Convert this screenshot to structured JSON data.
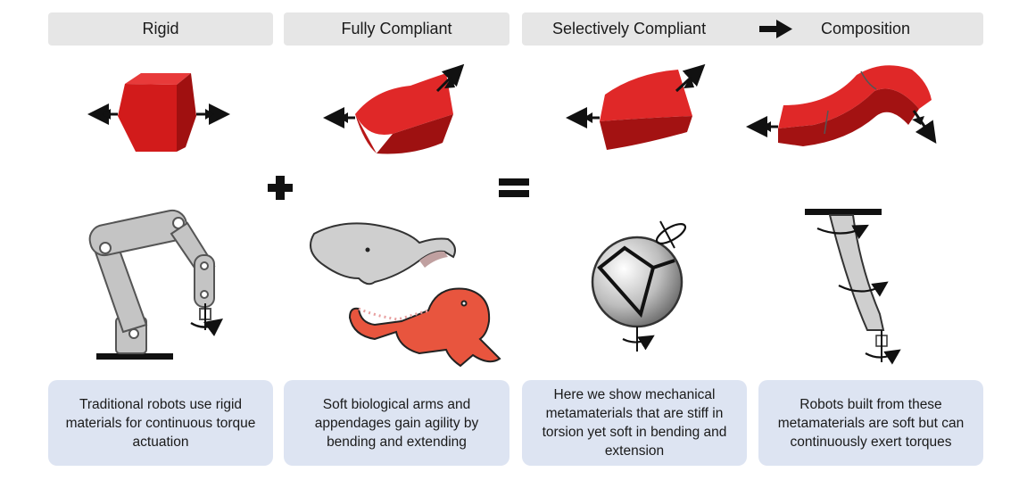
{
  "headers": {
    "rigid": "Rigid",
    "fully_compliant": "Fully Compliant",
    "selectively_compliant": "Selectively Compliant",
    "composition": "Composition"
  },
  "captions": {
    "rigid": [
      "Traditional robots use rigid",
      "materials for continuous torque",
      "actuation"
    ],
    "fully_compliant": [
      "Soft biological arms and",
      "appendages gain agility by",
      "bending and extending"
    ],
    "selectively_compliant": [
      "Here we show mechanical",
      "metamaterials that are stiff in",
      "torsion yet soft in bending and",
      "extension"
    ],
    "composition": [
      "Robots built from these",
      "metamaterials are soft but can",
      "continuously exert torques"
    ]
  },
  "symbols": {
    "plus": "plus-sign",
    "equals": "equals-sign",
    "arrow": "right-arrow-icon"
  },
  "colors": {
    "header_bg": "#e6e6e6",
    "caption_bg": "#dde4f2",
    "block_red": "#d91e1e",
    "octopus": "#e8553e",
    "gray": "#b8b8b8"
  }
}
